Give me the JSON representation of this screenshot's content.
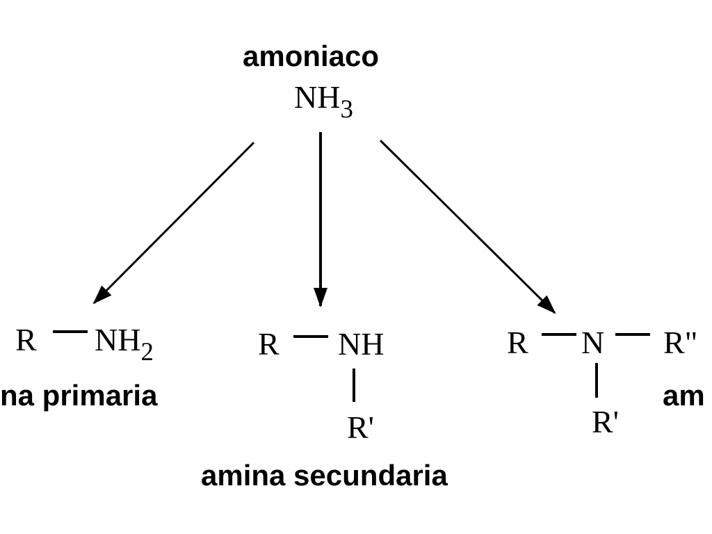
{
  "title": "amoniaco",
  "source": {
    "base": "NH",
    "sub": "3"
  },
  "primary": {
    "r": "R",
    "group_base": "NH",
    "group_sub": "2",
    "label": "na primaria"
  },
  "secondary": {
    "r": "R",
    "group": "NH",
    "r_prime": "R'",
    "label": "amina secundaria"
  },
  "tertiary": {
    "r": "R",
    "n": "N",
    "r_double_prime": "R\"",
    "r_prime": "R'",
    "label": "am"
  },
  "colors": {
    "ink": "#000000",
    "background": "#ffffff"
  }
}
